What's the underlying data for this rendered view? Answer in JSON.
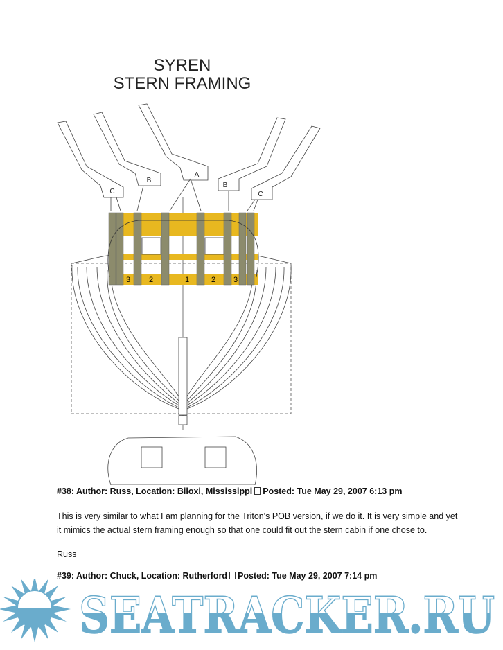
{
  "drawing": {
    "title_line1": "SYREN",
    "title_line2": "STERN FRAMING",
    "callouts": {
      "a": "A",
      "b_left": "B",
      "b_right": "B",
      "c_left": "C",
      "c_right": "C"
    },
    "frame_numbers": [
      "3",
      "2",
      "1",
      "2",
      "3"
    ],
    "colors": {
      "timber": "#8c8b6c",
      "fill": "#e8b820",
      "line": "#555555"
    }
  },
  "posts": [
    {
      "header_pre": "#38: Author: Russ, Location: Biloxi, Mississippi",
      "header_post": "Posted: Tue May 29, 2007 6:13 pm",
      "body": [
        "This is very similar to what I am planning for the Triton's POB version, if we do it. It is very simple and yet",
        "it mimics the actual stern framing enough so that one could fit out the stern cabin if one chose to."
      ],
      "signature": "Russ"
    },
    {
      "header_pre": "#39: Author: Chuck, Location: Rutherford",
      "header_post": "Posted: Tue May 29, 2007 7:14 pm"
    }
  ],
  "watermark": {
    "text": "SEATRACKER.RU",
    "color": "#6aaccc"
  }
}
